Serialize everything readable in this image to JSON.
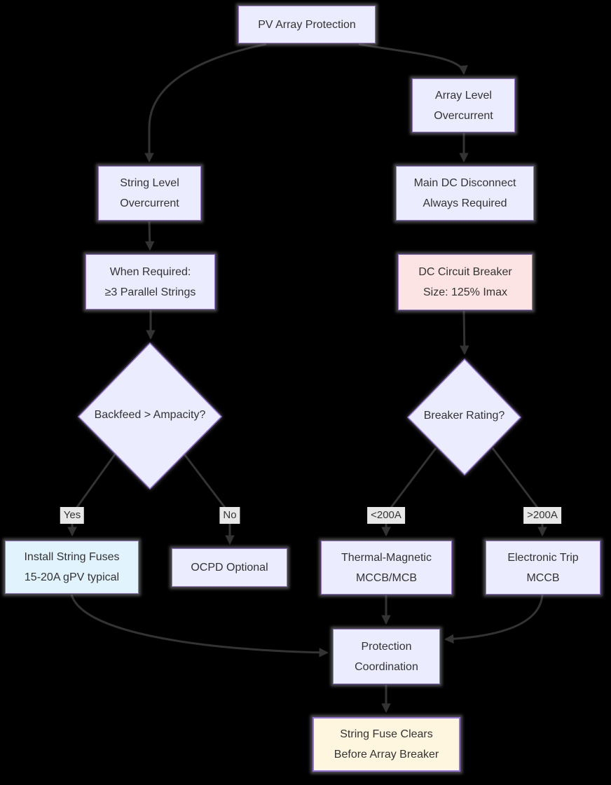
{
  "diagram": {
    "title": "PV Array Protection flowchart",
    "colors": {
      "background": "#000000",
      "node_fill": "#ececff",
      "node_border": "#9370db",
      "pink_fill": "#fce4e4",
      "blue_fill": "#e1f3fd",
      "yellow_fill": "#fff6e0",
      "edge_stroke": "#333333",
      "edge_label_bg": "#e8e8e8",
      "text": "#333333"
    },
    "nodes": {
      "root": {
        "line1": "PV Array Protection"
      },
      "array_level": {
        "line1": "Array Level",
        "line2": "Overcurrent"
      },
      "string_level": {
        "line1": "String Level",
        "line2": "Overcurrent"
      },
      "main_dc": {
        "line1": "Main DC Disconnect",
        "line2": "Always Required"
      },
      "when_required": {
        "line1": "When Required:",
        "line2": "≥3 Parallel Strings"
      },
      "dc_breaker": {
        "line1": "DC Circuit Breaker",
        "line2": "Size: 125% Imax"
      },
      "backfeed_decision": {
        "line1": "Backfeed > Ampacity?"
      },
      "breaker_decision": {
        "line1": "Breaker Rating?"
      },
      "install_fuses": {
        "line1": "Install String Fuses",
        "line2": "15-20A gPV typical"
      },
      "ocpd_optional": {
        "line1": "OCPD Optional"
      },
      "thermal_magnetic": {
        "line1": "Thermal-Magnetic",
        "line2": "MCCB/MCB"
      },
      "electronic_trip": {
        "line1": "Electronic Trip",
        "line2": "MCCB"
      },
      "coordination": {
        "line1": "Protection",
        "line2": "Coordination"
      },
      "fuse_clears": {
        "line1": "String Fuse Clears",
        "line2": "Before Array Breaker"
      }
    },
    "edge_labels": {
      "yes": "Yes",
      "no": "No",
      "under200": "<200A",
      "over200": ">200A"
    }
  }
}
